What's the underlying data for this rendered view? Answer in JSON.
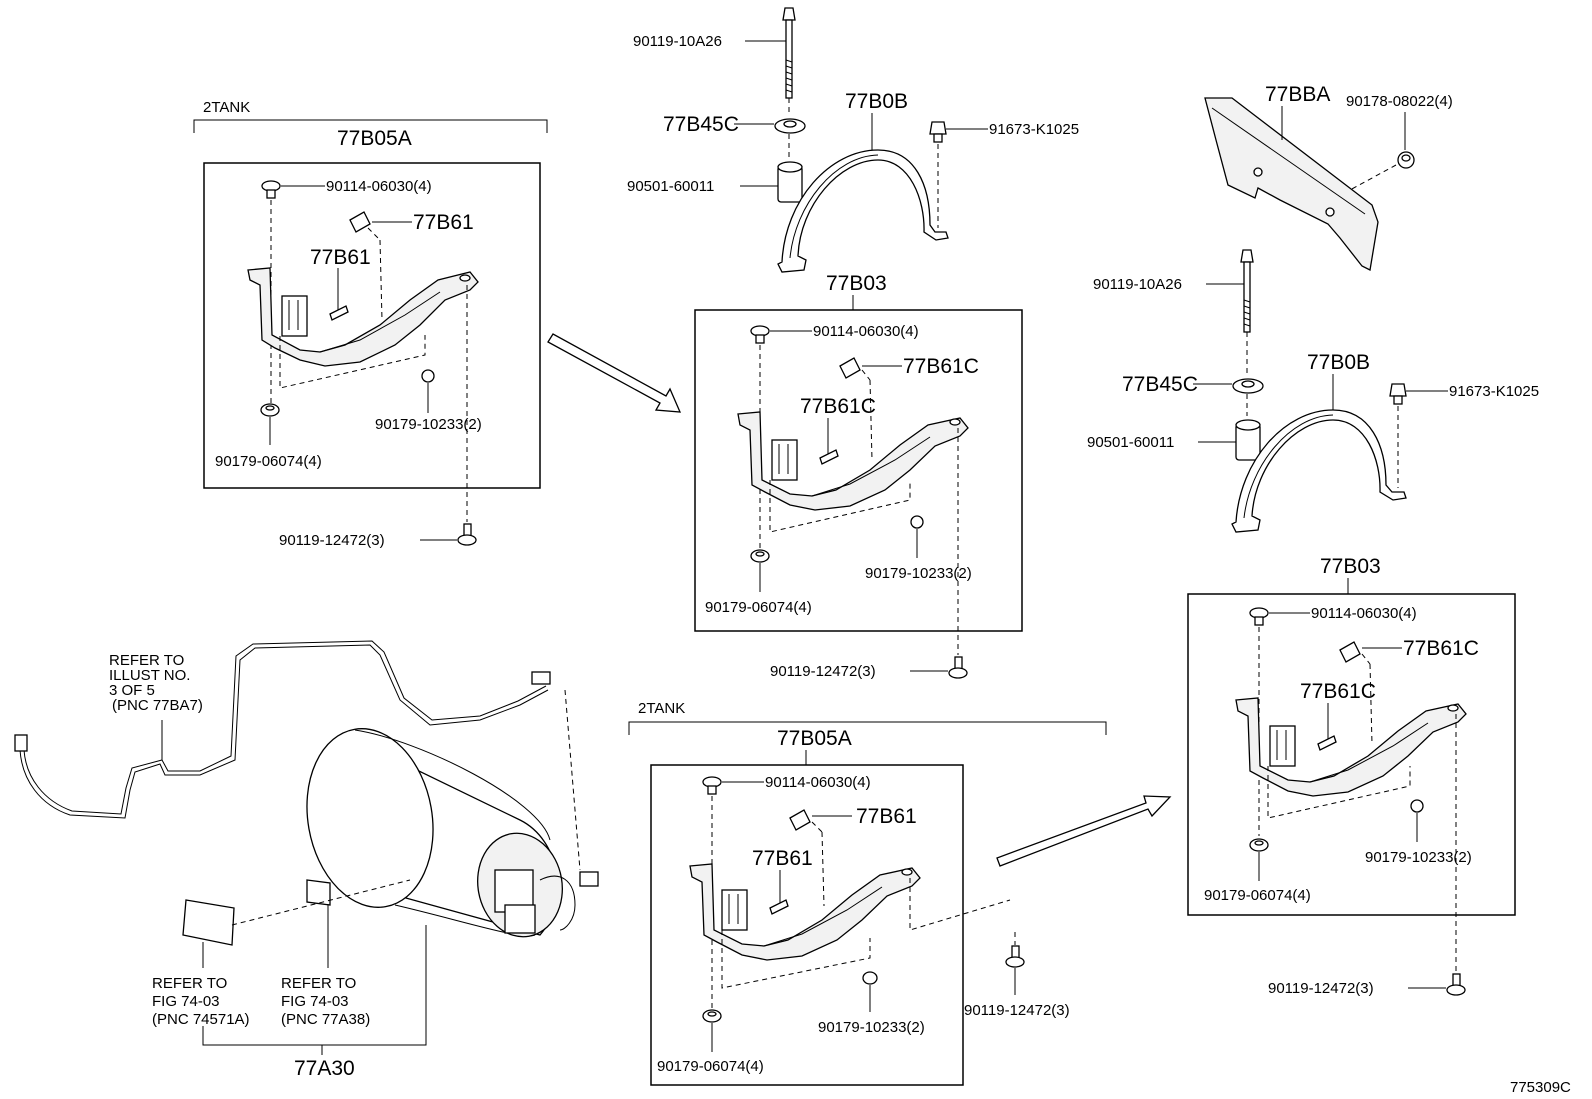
{
  "diagram_id": "775309C",
  "groups": {
    "tank_top": "2TANK",
    "tank_bottom": "2TANK"
  },
  "labels": {
    "p_77B05A_1": "77B05A",
    "p_77B05A_2": "77B05A",
    "p_77B03_1": "77B03",
    "p_77B03_2": "77B03",
    "p_77B0B_1": "77B0B",
    "p_77B0B_2": "77B0B",
    "p_77BBA": "77BBA",
    "p_77B45C_1": "77B45C",
    "p_77B45C_2": "77B45C",
    "p_77B61_a": "77B61",
    "p_77B61_b": "77B61",
    "p_77B61_c": "77B61",
    "p_77B61_d": "77B61",
    "p_77B61C_a": "77B61C",
    "p_77B61C_b": "77B61C",
    "p_77B61C_c": "77B61C",
    "p_77B61C_d": "77B61C",
    "p_77A30": "77A30",
    "n_90119_10A26_1": "90119-10A26",
    "n_90119_10A26_2": "90119-10A26",
    "n_90501_60011_1": "90501-60011",
    "n_90501_60011_2": "90501-60011",
    "n_91673_K1025_1": "91673-K1025",
    "n_91673_K1025_2": "91673-K1025",
    "n_90178_08022": "90178-08022(4)",
    "n_90114_06030_1": "90114-06030(4)",
    "n_90114_06030_2": "90114-06030(4)",
    "n_90114_06030_3": "90114-06030(4)",
    "n_90114_06030_4": "90114-06030(4)",
    "n_90179_10233_1": "90179-10233(2)",
    "n_90179_10233_2": "90179-10233(2)",
    "n_90179_10233_3": "90179-10233(2)",
    "n_90179_10233_4": "90179-10233(2)",
    "n_90179_06074_1": "90179-06074(4)",
    "n_90179_06074_2": "90179-06074(4)",
    "n_90179_06074_3": "90179-06074(4)",
    "n_90179_06074_4": "90179-06074(4)",
    "n_90119_12472_1": "90119-12472(3)",
    "n_90119_12472_2": "90119-12472(3)",
    "n_90119_12472_3": "90119-12472(3)",
    "n_90119_12472_4": "90119-12472(3)"
  },
  "refs": {
    "illust_l1": "REFER TO",
    "illust_l2": "ILLUST NO.",
    "illust_l3": "3 OF 5",
    "illust_l4": "(PNC 77BA7)",
    "fig1_l1": "REFER TO",
    "fig1_l2": "FIG 74-03",
    "fig1_l3": "(PNC 74571A)",
    "fig2_l1": "REFER TO",
    "fig2_l2": "FIG 74-03",
    "fig2_l3": "(PNC 77A38)"
  }
}
